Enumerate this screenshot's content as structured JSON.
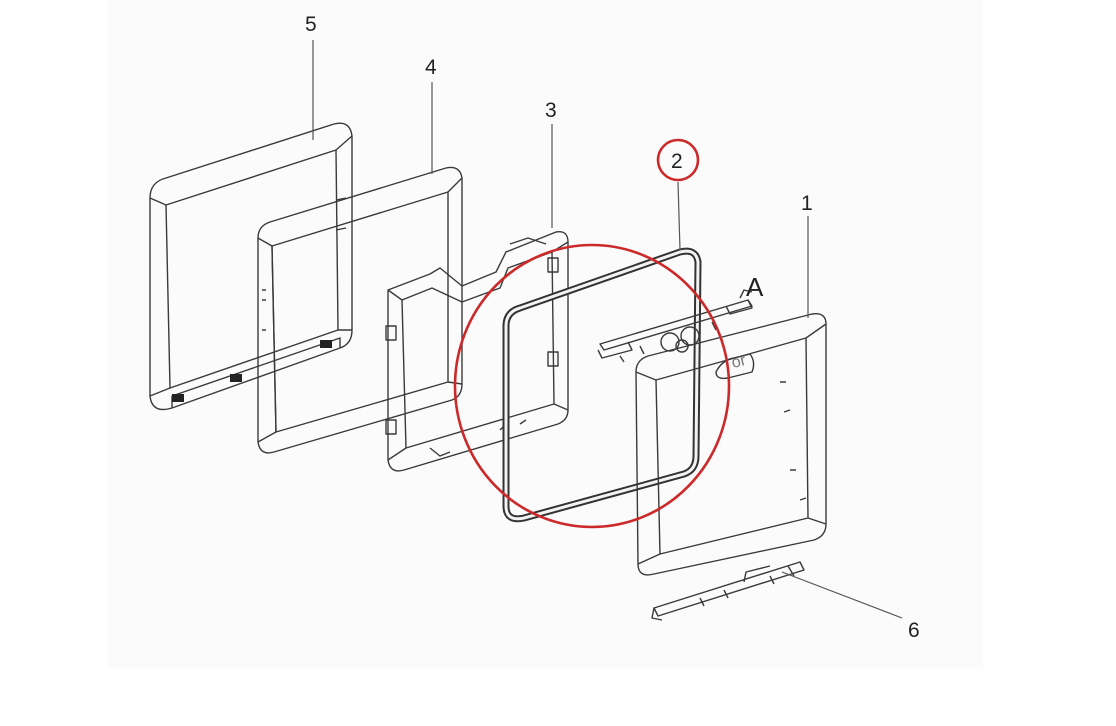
{
  "labels": {
    "part1": "1",
    "part2": "2",
    "part3": "3",
    "part4": "4",
    "part5": "5",
    "part6": "6",
    "detailA": "A",
    "emblem": "or"
  },
  "colors": {
    "line": "#3a3a3a",
    "seal": "#333333",
    "highlight": "#cc2a2a",
    "background": "#fbfbfb"
  }
}
